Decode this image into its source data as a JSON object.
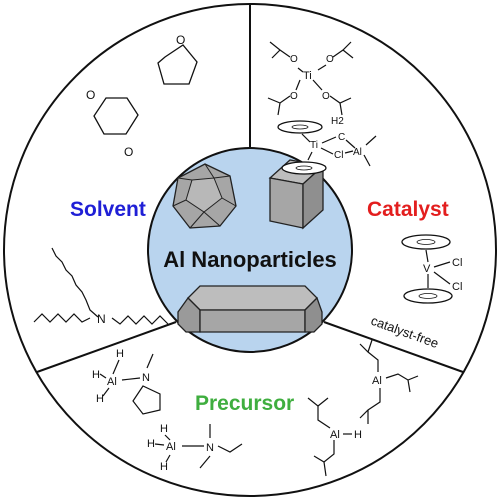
{
  "center": {
    "title": "Al Nanoparticles"
  },
  "segments": {
    "solvent": {
      "label": "Solvent",
      "color": "#1f1fd6"
    },
    "catalyst": {
      "label": "Catalyst",
      "color": "#e31e1e",
      "note": "catalyst-free"
    },
    "precursor": {
      "label": "Precursor",
      "color": "#3fae3f"
    }
  },
  "atoms": {
    "oxygen": "O",
    "nitrogen": "N",
    "titanium": "Ti",
    "vanadium": "V",
    "aluminum": "Al",
    "chlorine": "Cl",
    "hydrogen": "H",
    "methylene": "H2",
    "carbon": "C"
  },
  "colors": {
    "center_fill": "#b9d4ee",
    "center_stroke": "#111111",
    "crystal_fill": "#a6a6a6",
    "crystal_stroke": "#222222"
  }
}
